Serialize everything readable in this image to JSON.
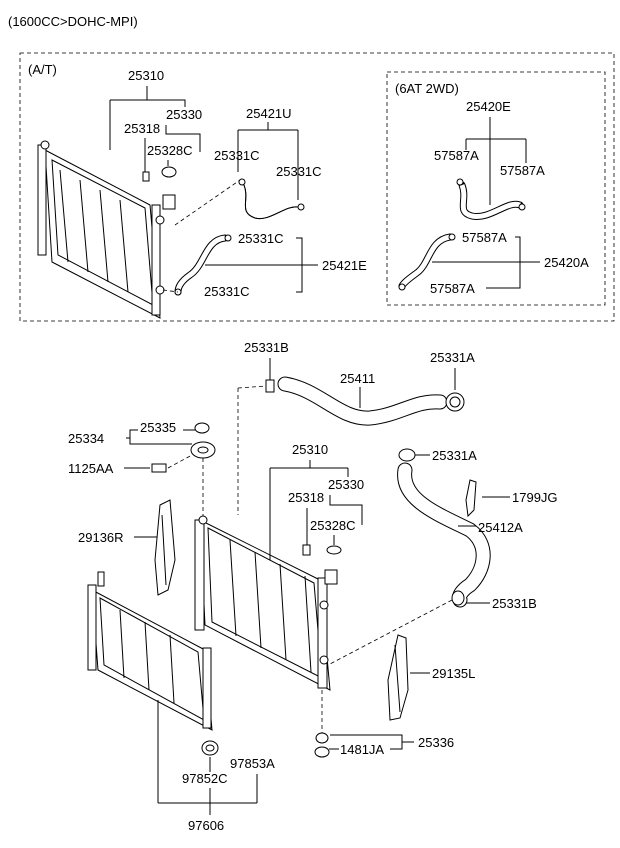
{
  "header": {
    "title": "(1600CC>DOHC-MPI)"
  },
  "at_box": {
    "label": "(A/T)",
    "parts": {
      "p25310": "25310",
      "p25318": "25318",
      "p25330": "25330",
      "p25328C": "25328C",
      "p25421U": "25421U",
      "p25331C_a": "25331C",
      "p25331C_b": "25331C",
      "p25331C_c": "25331C",
      "p25331C_d": "25331C",
      "p25421E": "25421E"
    },
    "sub_box": {
      "label": "(6AT 2WD)",
      "parts": {
        "p25420E": "25420E",
        "p57587A_a": "57587A",
        "p57587A_b": "57587A",
        "p57587A_c": "57587A",
        "p57587A_d": "57587A",
        "p25420A": "25420A"
      }
    }
  },
  "main": {
    "parts": {
      "p25331B_top": "25331B",
      "p25411": "25411",
      "p25331A_top": "25331A",
      "p25334": "25334",
      "p25335": "25335",
      "p1125AA": "1125AA",
      "p25310": "25310",
      "p25331A_mid": "25331A",
      "p25318": "25318",
      "p25330": "25330",
      "p1799JG": "1799JG",
      "p29136R": "29136R",
      "p25328C": "25328C",
      "p25412A": "25412A",
      "p25331B_bot": "25331B",
      "p29135L": "29135L",
      "p25336": "25336",
      "p1481JA": "1481JA",
      "p97853A": "97853A",
      "p97852C": "97852C",
      "p97606": "97606"
    }
  }
}
